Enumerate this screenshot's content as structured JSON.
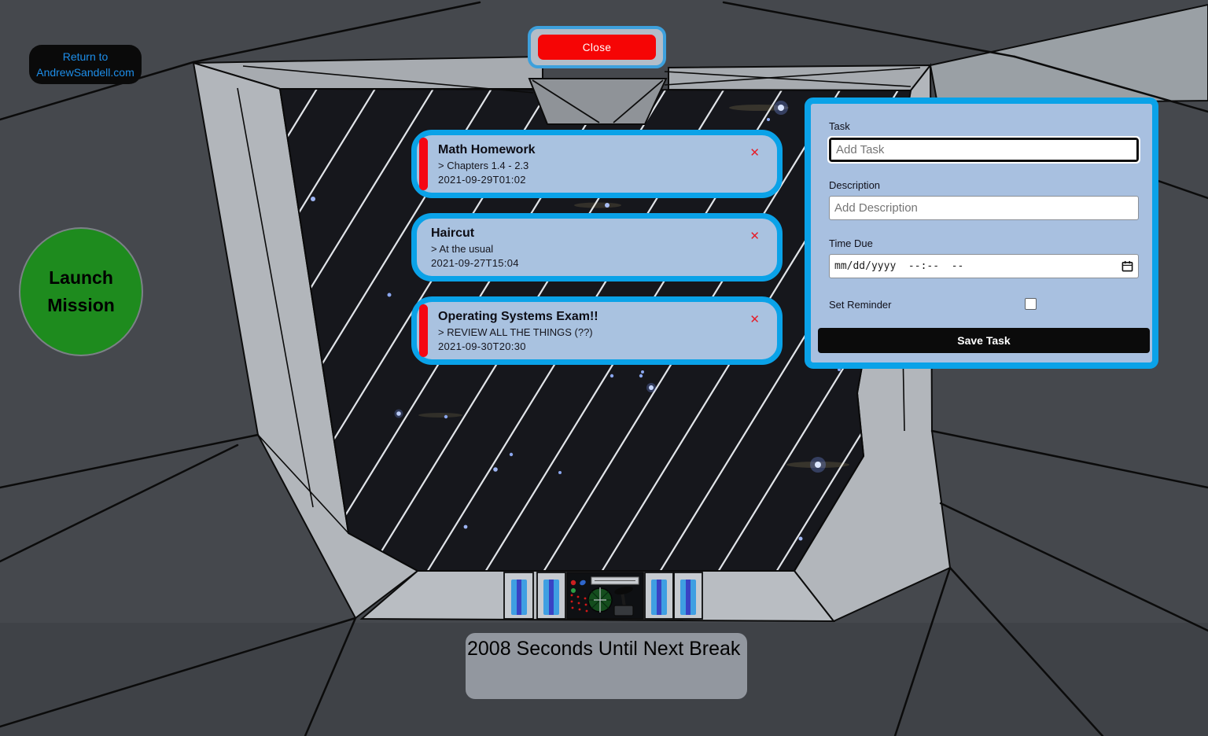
{
  "colors": {
    "accent_blue": "#0aa2e8",
    "panel_bg": "#a8c0e0",
    "card_bg": "#a9c2e0",
    "alert_red": "#f50505",
    "launch_green": "#1e8b1e",
    "link_blue": "#1d8ee9",
    "button_black": "#0b0b0b",
    "hull_gray": "#45484d",
    "frame_gray": "#b2b6bb",
    "timer_bg": "#92979f"
  },
  "return_button": {
    "line1": "Return to",
    "line2": "AndrewSandell.com"
  },
  "close_button": {
    "label": "Close"
  },
  "launch_button": {
    "line1": "Launch",
    "line2": "Mission"
  },
  "tasks": [
    {
      "title": "Math Homework",
      "detail": "> Chapters 1.4 - 2.3",
      "due": "2021-09-29T01:02",
      "urgent": true
    },
    {
      "title": "Haircut",
      "detail": "> At the usual",
      "due": "2021-09-27T15:04",
      "urgent": false
    },
    {
      "title": "Operating Systems Exam!!",
      "detail": "> REVIEW ALL THE THINGS (??)",
      "due": "2021-09-30T20:30",
      "urgent": true
    }
  ],
  "form": {
    "task_label": "Task",
    "task_placeholder": "Add Task",
    "description_label": "Description",
    "description_placeholder": "Add Description",
    "time_label": "Time Due",
    "time_value": "mm/dd/yyyy  --:--  --",
    "reminder_label": "Set Reminder",
    "save_label": "Save Task"
  },
  "timer": {
    "text": "2008 Seconds Until Next Break"
  },
  "icons": {
    "task_delete": "✕",
    "calendar": "calendar-icon"
  }
}
